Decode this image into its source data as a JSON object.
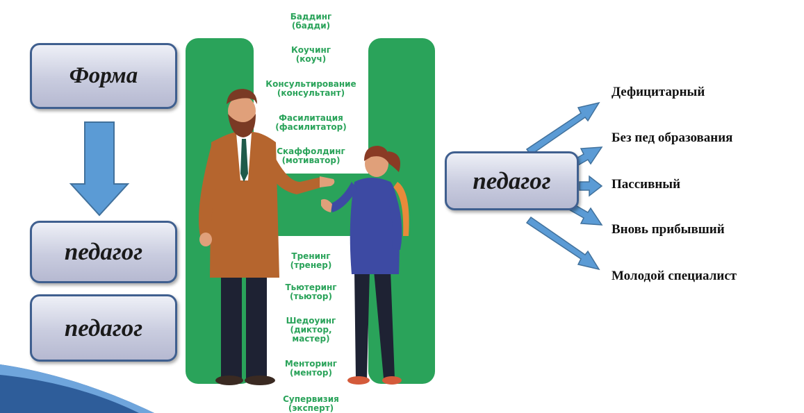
{
  "left": {
    "form_label": "Форма",
    "pedagog_1": "педагог",
    "pedagog_2": "педагог"
  },
  "center": {
    "roles_top": [
      "Баддинг\n(бадди)",
      "Коучинг\n(коуч)",
      "Консультирование\n(консультант)",
      "Фасилитация\n(фасилитатор)",
      "Скаффолдинг\n(мотиватор)"
    ],
    "roles_bottom": [
      "Тренинг\n(тренер)",
      "Тьютеринг\n(тьютор)",
      "Шедоуинг\n(диктор,\nмастер)",
      "Менторинг\n(ментор)",
      "Супервизия\n(эксперт)"
    ]
  },
  "right": {
    "center_label": "педагог",
    "types": [
      "Дефицитарный",
      "Без пед образования",
      "Пассивный",
      "Вновь прибывший",
      "Молодой специалист"
    ]
  },
  "colors": {
    "box_border": "#3f5f8f",
    "arrow_fill": "#5b9bd5",
    "arrow_stroke": "#41719c",
    "green": "#2aa35a",
    "role_text": "#2aa35a"
  }
}
